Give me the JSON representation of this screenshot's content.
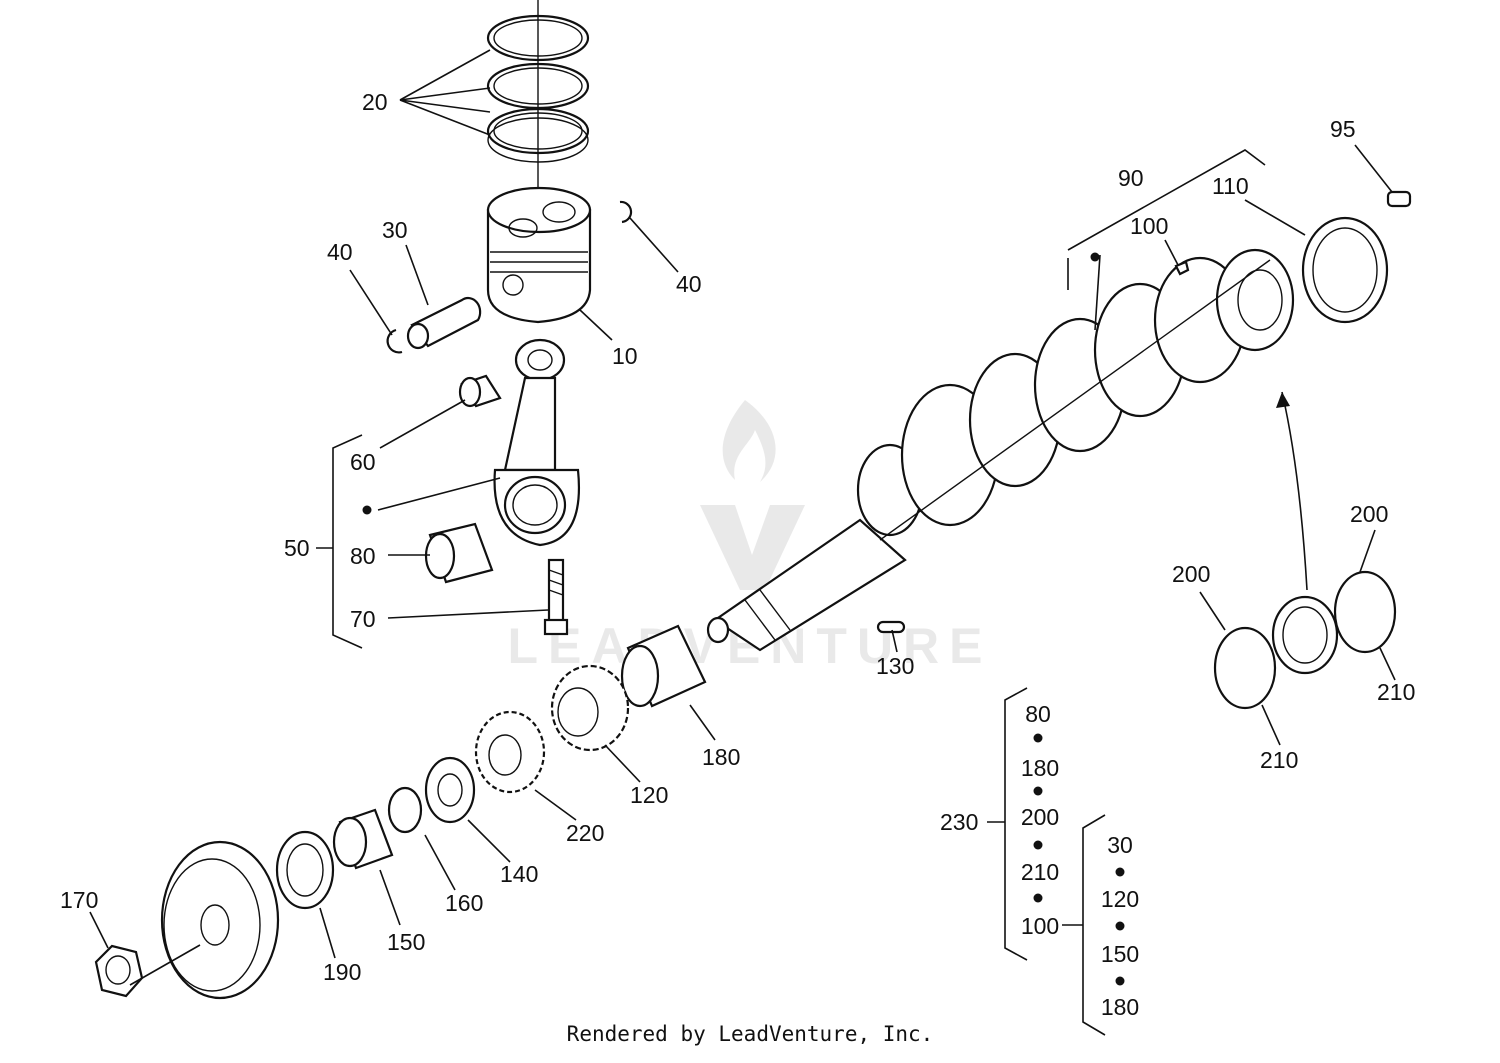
{
  "labels": {
    "l20": "20",
    "l30": "30",
    "l40a": "40",
    "l40b": "40",
    "l10": "10",
    "l60": "60",
    "l50": "50",
    "l80": "80",
    "l70": "70",
    "l90": "90",
    "l95": "95",
    "l100": "100",
    "l110": "110",
    "l130": "130",
    "l180": "180",
    "l120": "120",
    "l220": "220",
    "l140": "140",
    "l160": "160",
    "l150": "150",
    "l190": "190",
    "l170": "170",
    "l200a": "200",
    "l200b": "200",
    "l210a": "210",
    "l210b": "210"
  },
  "kit230": {
    "label": "230",
    "items": [
      "80",
      "180",
      "200",
      "210",
      "100"
    ]
  },
  "kit100": {
    "items": [
      "30",
      "120",
      "150",
      "180"
    ]
  },
  "watermark": "LEADVENTURE",
  "footer": "Rendered by LeadVenture, Inc."
}
